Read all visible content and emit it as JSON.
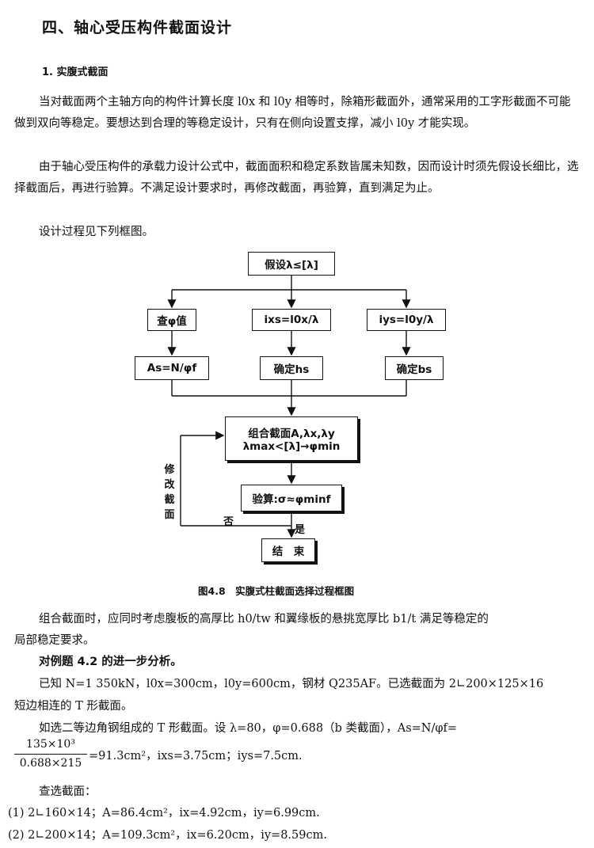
{
  "section_title": "四、轴心受压构件截面设计",
  "subsection_title": "1. 实腹式截面",
  "paragraphs": {
    "p1": "当对截面两个主轴方向的构件计算长度 l0x 和 l0y 相等时，除箱形截面外，通常采用的工字形截面不可能做到双向等稳定。要想达到合理的等稳定设计，只有在侧向设置支撑，减小 l0y 才能实现。",
    "p2": "由于轴心受压构件的承载力设计公式中，截面面积和稳定系数皆属未知数，因而设计时须先假设长细比，选择截面后，再进行验算。不满足设计要求时，再修改截面，再验算，直到满足为止。",
    "p3": "设计过程见下列框图。"
  },
  "flowchart": {
    "start": "假设λ≤[λ]",
    "col1_a": "查φ值",
    "col1_b": "As=N/φf",
    "col2_a": "ixs=l0x/λ",
    "col2_b": "确定hs",
    "col3_a": "iys=l0y/λ",
    "col3_b": "确定bs",
    "combine_line1": "组合截面A,λx,λy",
    "combine_line2": "λmax<[λ]→φmin",
    "check": "验算:σ≈φminf",
    "end": "结　束",
    "modify": [
      "修",
      "改",
      "截",
      "面"
    ],
    "no": "否",
    "yes": "是"
  },
  "figure_caption": "图4.8　实腹式柱截面选择过程框图",
  "after_text": {
    "p4_line1": "组合截面时，应同时考虑腹板的高厚比 h0/tw 和翼缘板的悬挑宽厚比 b1/t 满足等稳定的",
    "p4_line2": "局部稳定要求。",
    "example_title": "对例题 4.2 的进一步分析。",
    "given_line1": "已知 N=1 350kN，l0x=300cm，l0y=600cm，钢材 Q235AF。已选截面为 2∟200×125×16",
    "given_line2": "短边相连的 T 形截面。",
    "choose_line": "如选二等边角钢组成的 T 形截面。设 λ=80，φ=0.688（b 类截面），As=N/φf=",
    "frac_num": "135×10³",
    "frac_den": "0.688×215",
    "result_line": "=91.3cm²，ixs=3.75cm；iys=7.5cm.",
    "lookup_title": "查选截面：",
    "option1": "(1) 2∟160×14；A=86.4cm²，ix=4.92cm，iy=6.99cm.",
    "option2": "(2) 2∟200×14；A=109.3cm²，ix=6.20cm，iy=8.59cm."
  }
}
